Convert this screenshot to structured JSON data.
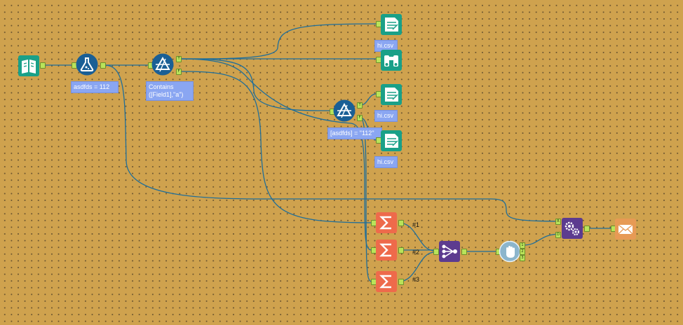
{
  "canvas": {
    "background": "#cfa24e",
    "connection_color": "#1f6e9a"
  },
  "tools": {
    "input": {
      "icon": "book-icon",
      "color": "#1aa088"
    },
    "formula": {
      "icon": "flask-icon",
      "color": "#1a5f95",
      "annotation": "asdfds = 112"
    },
    "filter1": {
      "icon": "filter-triangle-icon",
      "color": "#1a5f95",
      "annotation": "Contains ([Field1],\"a\")"
    },
    "output1": {
      "icon": "output-file-icon",
      "color": "#1aa088",
      "annotation": "hi.csv"
    },
    "browse": {
      "icon": "binoculars-icon",
      "color": "#1aa088"
    },
    "filter2": {
      "icon": "filter-triangle-icon",
      "color": "#1a5f95",
      "annotation": "[asdfds] = \"112\""
    },
    "output2": {
      "icon": "output-file-icon",
      "color": "#1aa088",
      "annotation": "hi.csv"
    },
    "output3": {
      "icon": "output-file-icon",
      "color": "#1aa088",
      "annotation": "hi.csv"
    },
    "summarize": {
      "icon": "sigma-icon",
      "color": "#ee6a4b"
    },
    "union": {
      "icon": "union-icon",
      "color": "#5c3b8f",
      "inputs": [
        "#1",
        "#2",
        "#3"
      ]
    },
    "message": {
      "icon": "stop-hand-icon",
      "color": "#8cb5cc"
    },
    "batch": {
      "icon": "gears-icon",
      "color": "#5c3b8f"
    },
    "email": {
      "icon": "envelope-icon",
      "color": "#e79a55"
    }
  },
  "anchors": {
    "true": "T",
    "false": "F",
    "input_r": "R",
    "input_d": "D",
    "msg1": "1",
    "msg2": "2",
    "msg3": "3"
  }
}
